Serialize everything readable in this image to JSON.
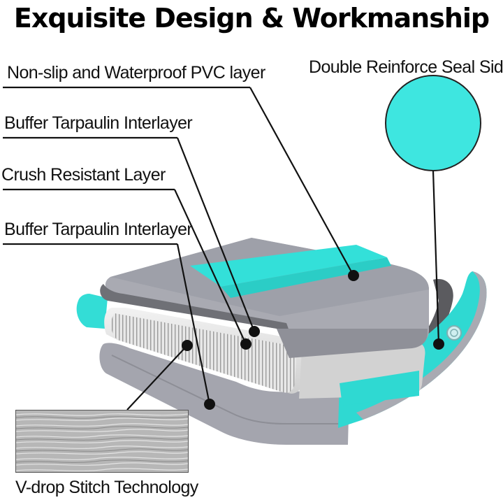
{
  "title": "Exquisite Design & Workmanship",
  "labels": {
    "pvc_layer": "Non-slip and Waterproof PVC layer",
    "seal_side": "Double Reinforce Seal Side",
    "buffer_top": "Buffer Tarpaulin Interlayer",
    "crush_layer": "Crush Resistant Layer",
    "buffer_bottom": "Buffer Tarpaulin Interlayer",
    "stitch": "V-drop Stitch Technology"
  },
  "colors": {
    "accent": "#3ee6e0",
    "gray_top": "#a9aab2",
    "gray_dark": "#6c6c70",
    "core": "#e3e3e3"
  }
}
